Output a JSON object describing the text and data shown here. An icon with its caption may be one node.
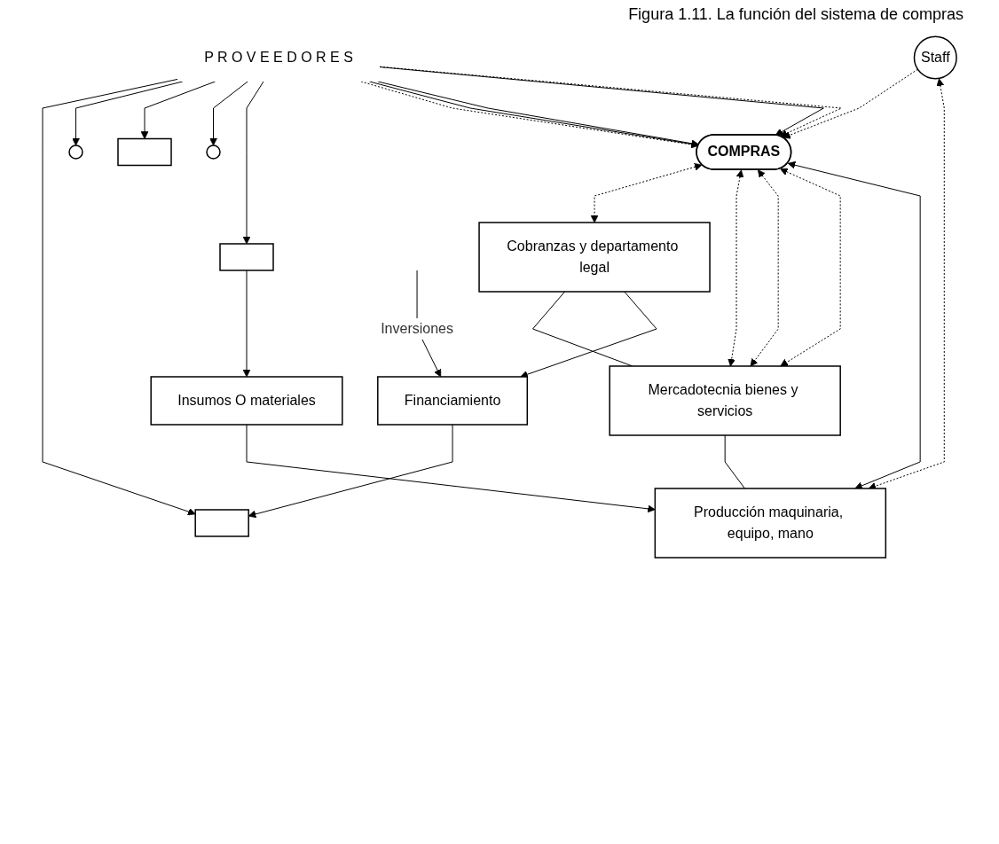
{
  "diagram": {
    "title": "Figura 1.11. La función del sistema de compras",
    "nodes": [
      {
        "text": [
          "Financiamiento"
        ]
      },
      {
        "text": [],
        "shape": "box"
      },
      {
        "text": [],
        "shape": "circle"
      },
      {
        "text": [],
        "shape": "box"
      },
      {
        "text": [],
        "shape": "circle"
      },
      {
        "text": [],
        "shape": "box"
      },
      {
        "text": [
          "Insumos O materiales"
        ]
      },
      {
        "text": [
          "P R O V E E D O R E S"
        ]
      },
      {
        "text": [
          "COMPRAS"
        ]
      },
      {
        "text": [
          "Staff"
        ]
      },
      {
        "text": [
          "Cobranzas y departamento legal"
        ]
      },
      {
        "text": [
          "Mercadotecnia bienes y servicios"
        ]
      },
      {
        "text": [
          "Producción maquinaria, equipo, mano"
        ]
      }
    ],
    "edges": [
      {
        "from": null,
        "to": 0,
        "arrow": "to",
        "label": "Inversiones"
      },
      {
        "from": 0,
        "to": 1,
        "arrow": "to"
      },
      {
        "from": 5,
        "to": 6,
        "arrow": "to"
      },
      {
        "from": 7,
        "to": 1,
        "arrow": "to"
      },
      {
        "from": 7,
        "to": 2,
        "arrow": "to"
      },
      {
        "from": 7,
        "to": 3,
        "arrow": "to"
      },
      {
        "from": 7,
        "to": 4,
        "arrow": "to"
      },
      {
        "from": 7,
        "to": 5,
        "arrow": "to"
      },
      {
        "from": 7,
        "to": 8,
        "arrow": "to",
        "style": "dashed"
      },
      {
        "from": 7,
        "to": 8,
        "arrow": "to"
      },
      {
        "from": 7,
        "to": 8,
        "arrow": "to"
      },
      {
        "from": 7,
        "to": 8,
        "arrow": "to"
      },
      {
        "from": 7,
        "to": 8,
        "arrow": "to",
        "style": "dashed"
      },
      {
        "from": 9,
        "to": 8,
        "arrow": "to",
        "style": "dashed"
      },
      {
        "from": 6,
        "to": 12,
        "arrow": "to"
      },
      {
        "from": 8,
        "to": 10,
        "arrow": "both",
        "style": "dashed"
      },
      {
        "from": 8,
        "to": 11,
        "arrow": "both",
        "style": "dashed"
      },
      {
        "from": 8,
        "to": 11,
        "arrow": "both",
        "style": "dashed"
      },
      {
        "from": 8,
        "to": 11,
        "arrow": "both",
        "style": "dashed"
      },
      {
        "from": 8,
        "to": 12,
        "arrow": "both"
      },
      {
        "from": 9,
        "to": 12,
        "arrow": "both",
        "style": "dashed"
      },
      {
        "from": 10,
        "to": 11,
        "arrow": "none"
      },
      {
        "from": 11,
        "to": 12,
        "arrow": "none"
      },
      {
        "from": 10,
        "to": 0,
        "arrow": "to"
      }
    ]
  }
}
